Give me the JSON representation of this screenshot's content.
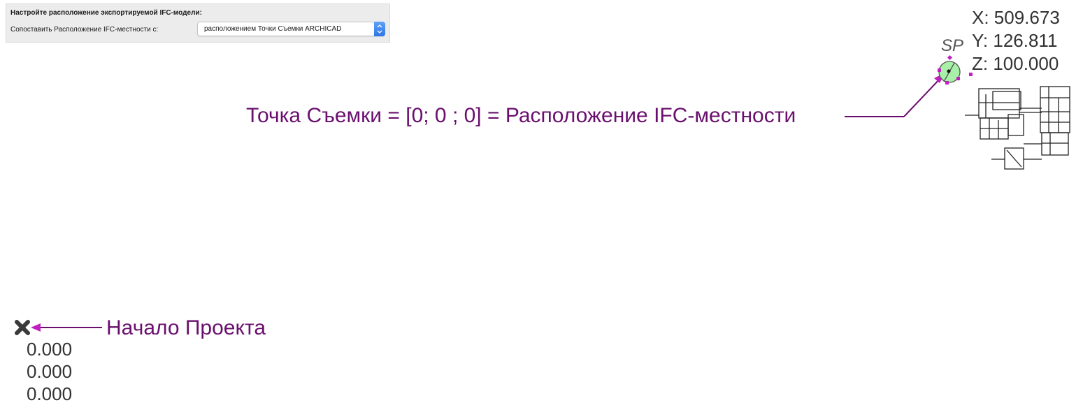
{
  "panel": {
    "title": "Настройте расположение экспортируемой IFC-модели:",
    "match_label": "Сопоставить Расположение IFC-местности с:",
    "match_value": "расположением Точки Съемки ARCHICAD"
  },
  "survey_point": {
    "marker_label": "SP",
    "x": "X: 509.673",
    "y": "Y: 126.811",
    "z": "Z: 100.000",
    "annotation": "Точка Съемки =  [0; 0 ; 0] = Расположение IFC-местности"
  },
  "project_origin": {
    "annotation": "Начало Проекта",
    "x": "0.000",
    "y": "0.000",
    "z": "0.000"
  },
  "colors": {
    "annotation": "#6a0f6e",
    "marker": "#c020c0",
    "survey_fill": "#a8f0a8",
    "coord_text": "#333333"
  },
  "icons": [
    "survey-point-icon",
    "project-origin-icon",
    "stepper-arrows-icon"
  ]
}
